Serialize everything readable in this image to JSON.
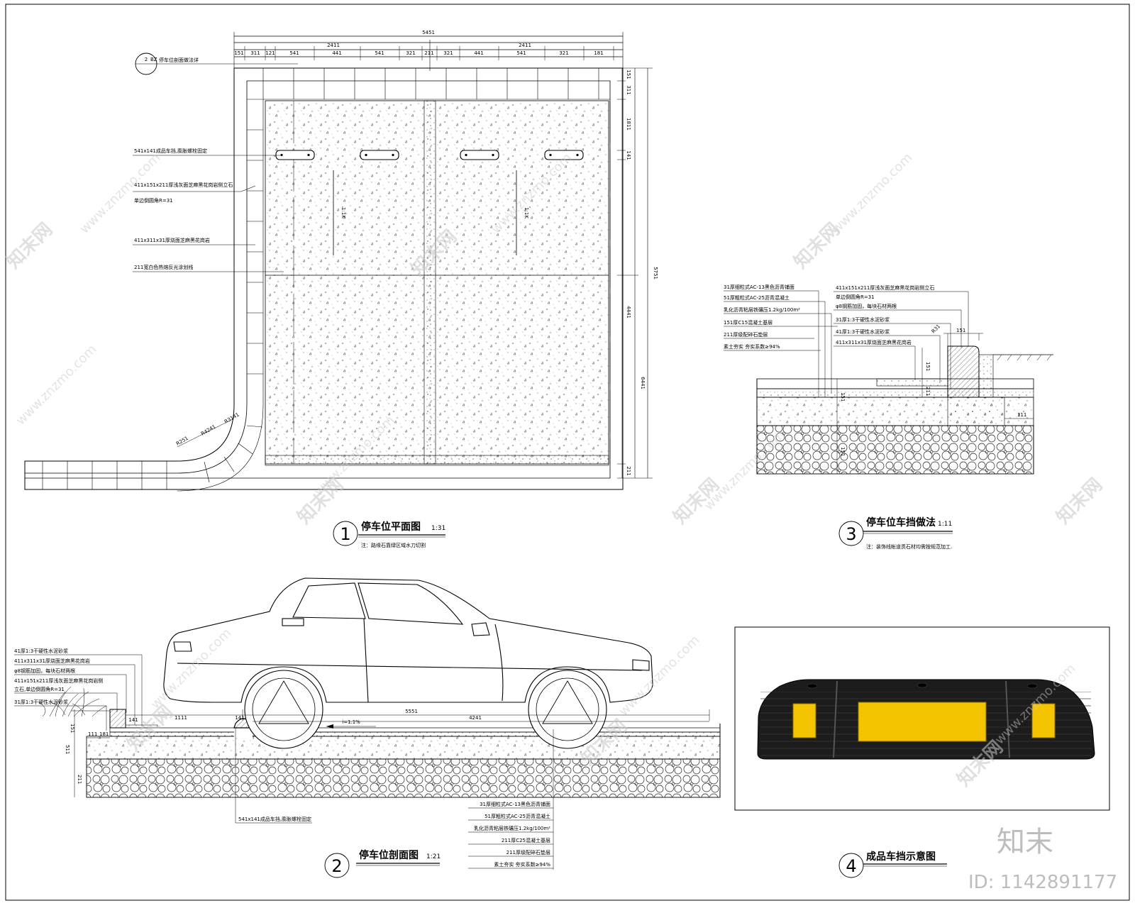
{
  "drawing1": {
    "title": "停车位平面图",
    "scale": "1:31",
    "number": "1",
    "note": "注：路缘石靠绿区域水刀切割",
    "dims_top_total": "5451",
    "dims_top_half": [
      "2411",
      "2411"
    ],
    "dims_top_parts": [
      "151",
      "311",
      "121",
      "541",
      "441",
      "541",
      "321",
      "211",
      "321",
      "441",
      "541",
      "321",
      "181"
    ],
    "dims_right": [
      "151",
      "311",
      "1811",
      "141",
      "4441",
      "211"
    ],
    "dim_right_total": "5751",
    "dim_right_mid": "6441",
    "radius_labels": [
      "R3141",
      "R4241",
      "R251"
    ],
    "stall_text": "1:1K",
    "callout_ref": "2",
    "callout_ref_sheet": "BZ",
    "callout_ref_text": "停车位剖面做法详",
    "callouts": [
      "541x141成品车挡,膨胀螺栓固定",
      "411x151x211厚浅灰面芝麻黑花岗岩侧立石",
      "单边倒圆角R=31",
      "411x311x31厚烧面芝麻黑花岗岩",
      "211宽白色热熔反光涂划线"
    ]
  },
  "drawing2": {
    "title": "停车位剖面图",
    "scale": "1:21",
    "number": "2",
    "slope": "i=1.1%",
    "dims": [
      "5551",
      "4241",
      "1111",
      "141",
      "141",
      "151",
      "511",
      "211",
      "111",
      "181"
    ],
    "left_callouts": [
      "41厚1:3干硬性水泥砂浆",
      "411x311x31厚烧面芝麻黑花岗岩",
      "φ8钢筋加固，每块石材两根",
      "411x151x211厚浅灰面芝麻黑花岗岩侧",
      "立石,单边倒圆角R=31",
      "31厚1:3干硬性水泥砂浆"
    ],
    "bottom_callout": "541x141成品车挡,膨胀螺栓固定",
    "layers": [
      "31厚细粒式AC-13黑色沥青铺面",
      "51厚粗粒式AC-25沥青混凝土",
      "乳化沥青粘层铁碾压1.2kg/100m²",
      "211厚C25混凝土基层",
      "211厚级配碎石垫层",
      "素土夯实 夯实系数≥94%"
    ]
  },
  "drawing3": {
    "title": "停车位车挡做法",
    "scale": "1:11",
    "number": "3",
    "note": "注：装饰线帐道贯石材均需按规范加工.",
    "left_callouts": [
      "31厚细粒式AC-13黑色沥青铺面",
      "51厚粗粒式AC-25沥青混凝土",
      "乳化沥青粘层铁碾压1.2kg/100m²",
      "151厚C15混凝土基层",
      "211厚级配碎石垫层",
      "素土夯实 夯实系数≥94%"
    ],
    "right_callouts": [
      "411x151x211厚浅灰面芝麻黑花岗岩侧立石",
      "单边倒圆角R=31",
      "φ8钢筋加固，每块石材两根",
      "31厚1:3干硬性水泥砂浆",
      "41厚1:3干硬性水泥砂浆",
      "411x311x31厚烧面芝麻黑花岗岩"
    ],
    "dims": [
      "R31",
      "151",
      "151",
      "211",
      "151",
      "151",
      "111"
    ]
  },
  "drawing4": {
    "title": "成品车挡示意图",
    "number": "4"
  },
  "watermarks": {
    "site": "www.znzmo.com",
    "brand_cn": "知末网",
    "logo": "知末",
    "id": "ID: 1142891177"
  },
  "colors": {
    "line": "#000000",
    "stopper_body": "#1c1c1c",
    "stopper_reflector": "#f5c400",
    "watermark": "#c8c8c8"
  }
}
